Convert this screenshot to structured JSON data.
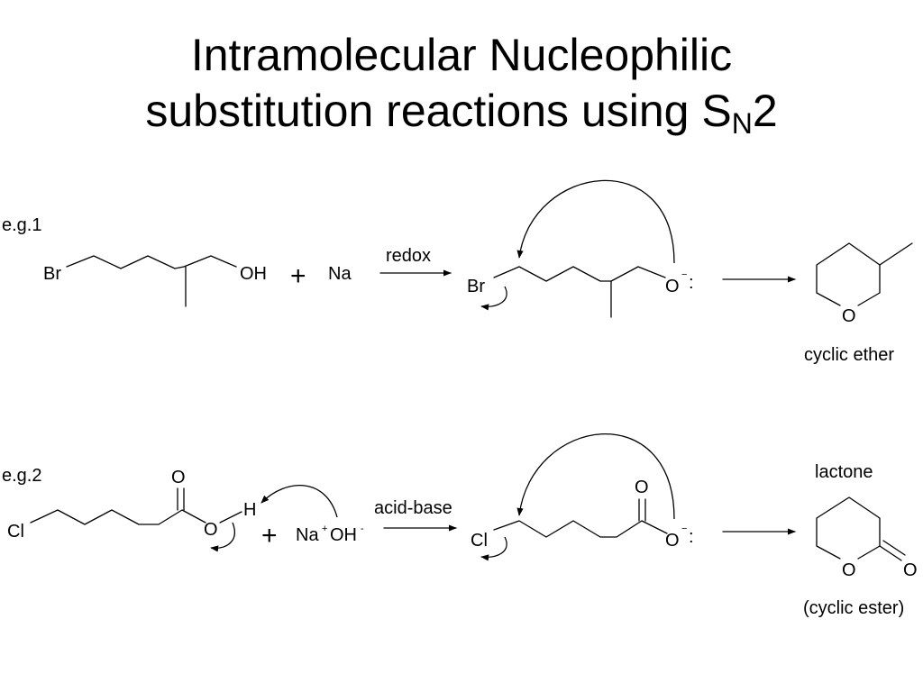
{
  "title": {
    "line1": "Intramolecular Nucleophilic",
    "line2_prefix": "substitution reactions using S",
    "line2_sub": "N",
    "line2_suffix": "2"
  },
  "example1": {
    "label": "e.g.1",
    "reactant": {
      "br": "Br",
      "oh": "OH"
    },
    "plus": "+",
    "reagent": "Na",
    "arrow_label": "redox",
    "intermediate": {
      "br": "Br",
      "o": "O",
      "charge": "−",
      "lone_pair": ":"
    },
    "product": {
      "o": "O"
    },
    "product_label": "cyclic ether"
  },
  "example2": {
    "label": "e.g.2",
    "reactant": {
      "cl": "Cl",
      "o_carbonyl": "O",
      "o": "O",
      "h": "H"
    },
    "plus": "+",
    "reagent_na": "Na",
    "reagent_na_charge": "+",
    "reagent_oh": "OH",
    "reagent_oh_charge": "-",
    "arrow_label": "acid-base",
    "intermediate": {
      "cl": "Cl",
      "o_carbonyl": "O",
      "o": "O",
      "charge": "−",
      "lone_pair": ":"
    },
    "product_top_label": "lactone",
    "product": {
      "o_ring": "O",
      "o_carbonyl": "O"
    },
    "product_label": "(cyclic ester)"
  }
}
